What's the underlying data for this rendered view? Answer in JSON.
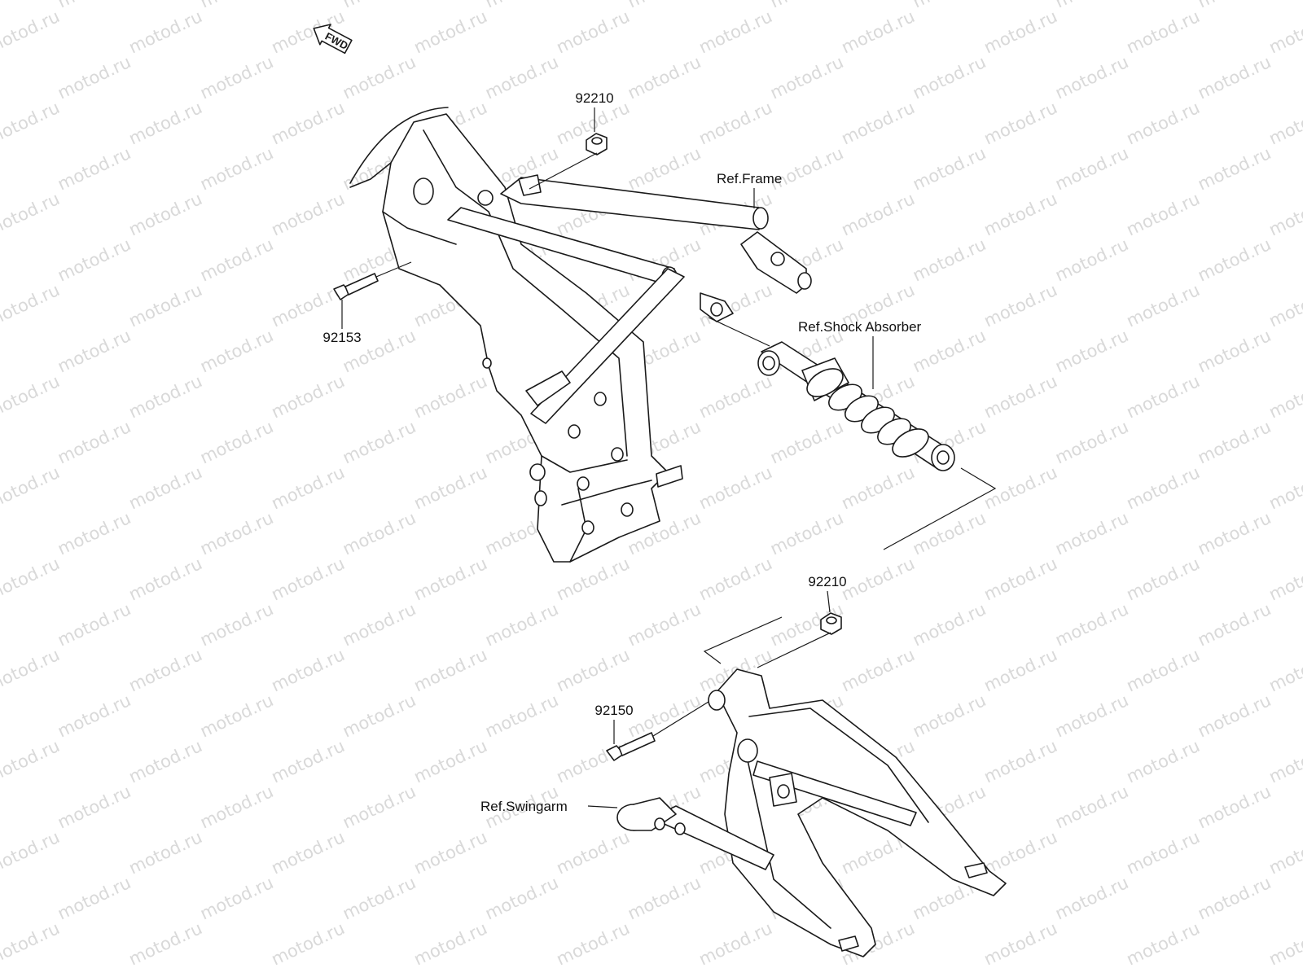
{
  "watermark": "motod.ru",
  "direction_badge": "FWD",
  "callouts": {
    "nut_top": "92210",
    "bolt_top": "92153",
    "frame_ref": "Ref.Frame",
    "shock_ref": "Ref.Shock Absorber",
    "nut_bottom": "92210",
    "bolt_bottom": "92150",
    "swingarm_ref": "Ref.Swingarm"
  },
  "colors": {
    "line": "#1a1a1a",
    "watermark": "#d9d9d9",
    "background": "#ffffff"
  }
}
